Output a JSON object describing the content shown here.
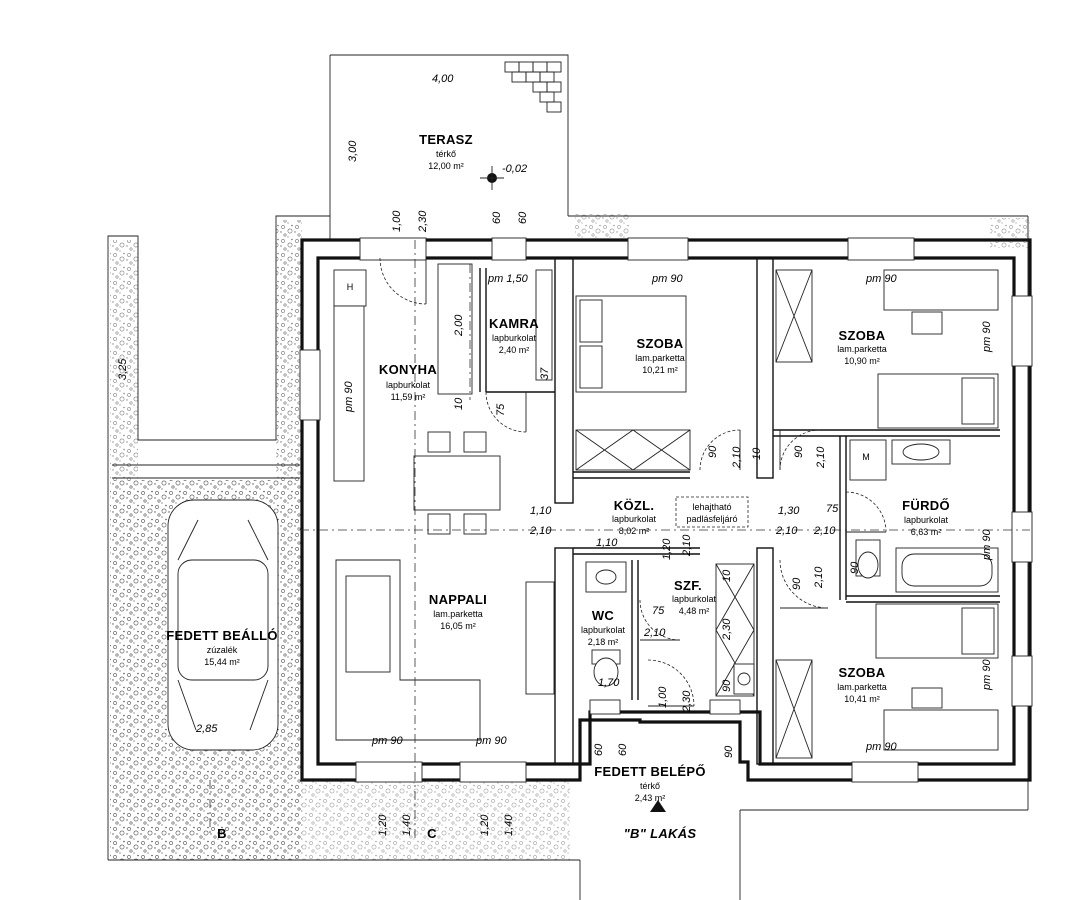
{
  "rooms": {
    "terasz": {
      "name": "TERASZ",
      "material": "térkő",
      "area": "12,00 m²"
    },
    "konyha": {
      "name": "KONYHA",
      "material": "lapburkolat",
      "area": "11,59 m²"
    },
    "kamra": {
      "name": "KAMRA",
      "material": "lapburkolat",
      "area": "2,40 m²"
    },
    "szoba1": {
      "name": "SZOBA",
      "material": "lam.parketta",
      "area": "10,21 m²"
    },
    "szoba2": {
      "name": "SZOBA",
      "material": "lam.parketta",
      "area": "10,90 m²"
    },
    "szoba3": {
      "name": "SZOBA",
      "material": "lam.parketta",
      "area": "10,41 m²"
    },
    "kozl": {
      "name": "KÖZL.",
      "material": "lapburkolat",
      "area": "8,02 m²"
    },
    "furdo": {
      "name": "FÜRDŐ",
      "material": "lapburkolat",
      "area": "6,63 m²"
    },
    "nappali": {
      "name": "NAPPALI",
      "material": "lam.parketta",
      "area": "16,05 m²"
    },
    "wc": {
      "name": "WC",
      "material": "lapburkolat",
      "area": "2,18 m²"
    },
    "szf": {
      "name": "SZF.",
      "material": "lapburkolat",
      "area": "4,48 m²"
    },
    "beallo": {
      "name": "FEDETT BEÁLLÓ",
      "material": "zúzalék",
      "area": "15,44 m²"
    },
    "belepo": {
      "name": "FEDETT BELÉPŐ",
      "material": "térkő",
      "area": "2,43 m²"
    }
  },
  "labels": {
    "apartment": "\"B\" LAKÁS",
    "level": "-0,02",
    "attic_ladder_1": "lehajtható",
    "attic_ladder_2": "padlásfeljáró",
    "heater": "H",
    "machine": "M",
    "section_c": "C",
    "section_b": "B"
  },
  "dims": {
    "d400": "4,00",
    "d300": "3,00",
    "d100": "1,00",
    "d230a": "2,30",
    "d60a": "60",
    "d60b": "60",
    "pm150": "pm 1,50",
    "pm90_a": "pm 90",
    "pm90_b": "pm 90",
    "pm90_c": "pm 90",
    "pm90_d": "pm 90",
    "pm90_e": "pm 90",
    "pm90_f": "pm 90",
    "pm90_g": "pm 90",
    "pm90_h": "pm 90",
    "pm90_i": "pm 90",
    "d200": "2,00",
    "d10": "10",
    "d75a": "75",
    "d37": "37",
    "d325": "3,25",
    "d90a": "90",
    "d210a": "2,10",
    "d10b": "10",
    "d90b": "90",
    "d210b": "2,10",
    "d110": "1,10",
    "d210c": "2,10",
    "d130": "1,30",
    "d75b": "75",
    "d210d": "2,10",
    "d210e": "2,10",
    "d110b": "1,10",
    "d120a": "1,20",
    "d210f": "2,10",
    "d75c": "75",
    "d210g": "2,10",
    "d90c": "90",
    "d210h": "2,10",
    "d90d": "90",
    "d10c": "10",
    "d230b": "2,30",
    "d90e": "90",
    "d170": "1,70",
    "d100b": "1,00",
    "d230c": "2,30",
    "d60c": "60",
    "d60d": "60",
    "d90f": "90",
    "d285": "2,85",
    "d120b": "1,20",
    "d140a": "1,40",
    "d120c": "1,20",
    "d140b": "1,40"
  }
}
